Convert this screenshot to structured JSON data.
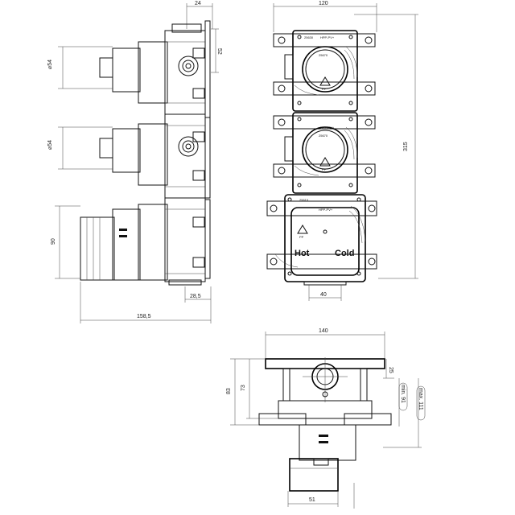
{
  "side_view": {
    "dims": {
      "top_width": "24",
      "upper_offset": "52",
      "dia_upper": "⌀54",
      "dia_middle": "⌀54",
      "lower_height": "90",
      "depth_small": "28,5",
      "total_depth": "158,5"
    }
  },
  "front_view": {
    "dims": {
      "width": "120",
      "height": "315",
      "spacing": "40"
    },
    "module_top": {
      "code": "25630",
      "tag": "HPP-PV+",
      "sub": "25670",
      "mark": "PP"
    },
    "module_mid": {
      "code": "25630",
      "tag": "HPP-PV+",
      "sub": "25670",
      "mark": "PP"
    },
    "module_bottom": {
      "code": "25610",
      "tag": "HPP-PV+",
      "mark": "PP",
      "hot": "Hot",
      "cold": "Cold"
    }
  },
  "bottom_view": {
    "dims": {
      "width": "140",
      "h83": "83",
      "h73": "73",
      "d25": "25",
      "min": "min. 91",
      "max": "max. 111",
      "w51": "51"
    }
  }
}
